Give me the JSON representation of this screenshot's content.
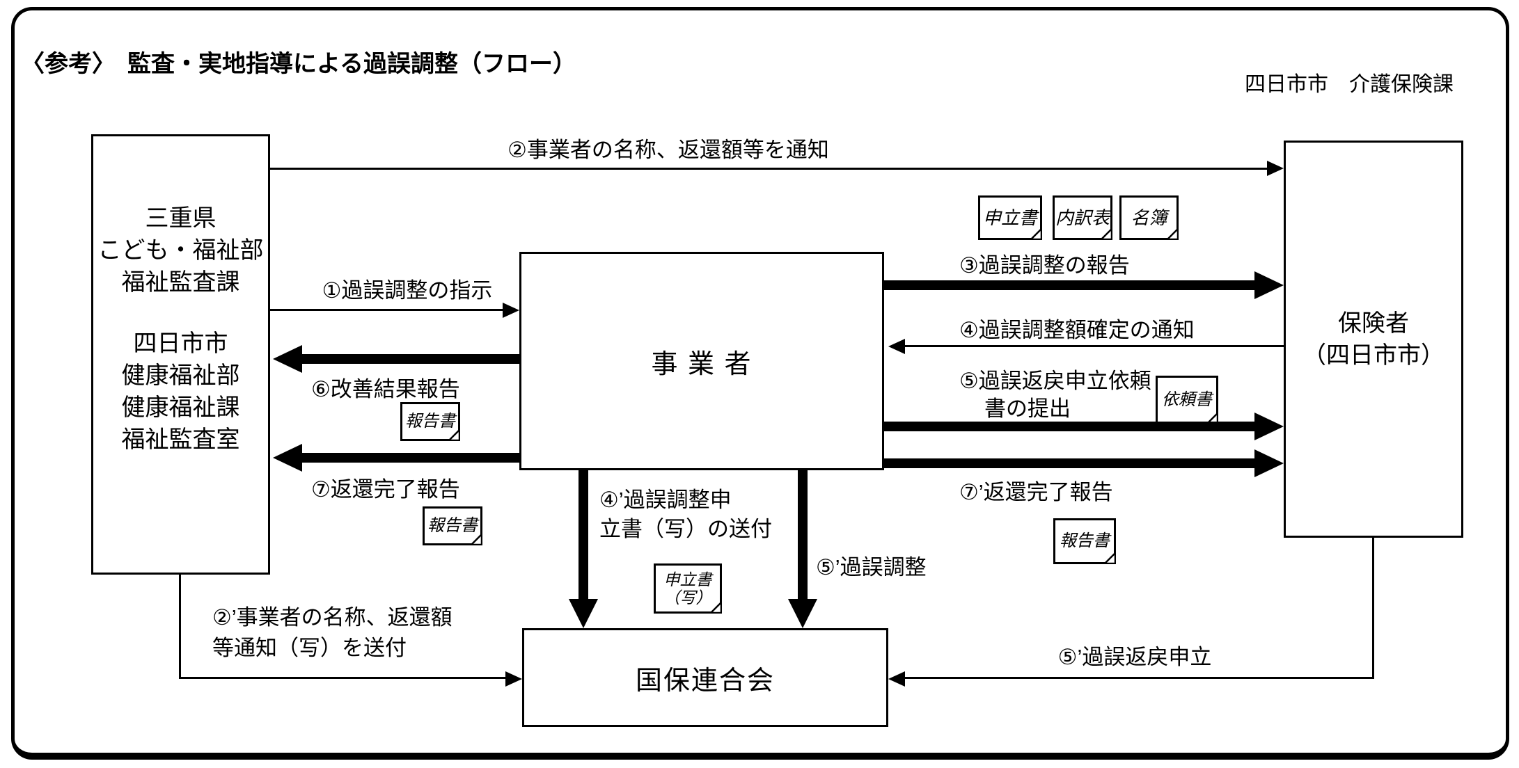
{
  "page": {
    "title": "〈参考〉　監査・実地指導による過誤調整（フロー）",
    "credit": "四日市市　介護保険課"
  },
  "boxes": {
    "authority": {
      "group1": [
        "三重県",
        "こども・福祉部",
        "福祉監査課"
      ],
      "group2": [
        "四日市市",
        "健康福祉部",
        "健康福祉課",
        "福祉監査室"
      ]
    },
    "provider": {
      "label": "事 業 者"
    },
    "insurer": {
      "line1": "保険者",
      "line2": "（四日市市）"
    },
    "federation": {
      "label": "国保連合会"
    }
  },
  "arrows": {
    "step1": {
      "label": "①過誤調整の指示"
    },
    "step2": {
      "label": "②事業者の名称、返還額等を通知"
    },
    "step3": {
      "label": "③過誤調整の報告"
    },
    "step4": {
      "label": "④過誤調整額確定の通知"
    },
    "step5": {
      "line1": "⑤過誤返戻申立依頼",
      "line2": "書の提出"
    },
    "step6": {
      "label": "⑥改善結果報告"
    },
    "step7": {
      "label": "⑦返還完了報告"
    },
    "step2p": {
      "line1": "②’事業者の名称、返還額",
      "line2": "等通知（写）を送付"
    },
    "step4p": {
      "line1": "④’過誤調整申",
      "line2": "立書（写）の送付"
    },
    "step5p_adjust": {
      "label": "⑤’過誤調整"
    },
    "step5p_appeal": {
      "label": "⑤’過誤返戻申立"
    },
    "step7p": {
      "label": "⑦’返還完了報告"
    }
  },
  "documents": {
    "appeal": "申立書",
    "breakdown": "内訳表",
    "roster": "名簿",
    "request": "依頼書",
    "report6": "報告書",
    "report7": "報告書",
    "report7p": "報告書",
    "appeal_copy": {
      "line1": "申立書",
      "line2": "（写）"
    }
  },
  "colors": {
    "ink": "#000000",
    "paper": "#ffffff"
  }
}
